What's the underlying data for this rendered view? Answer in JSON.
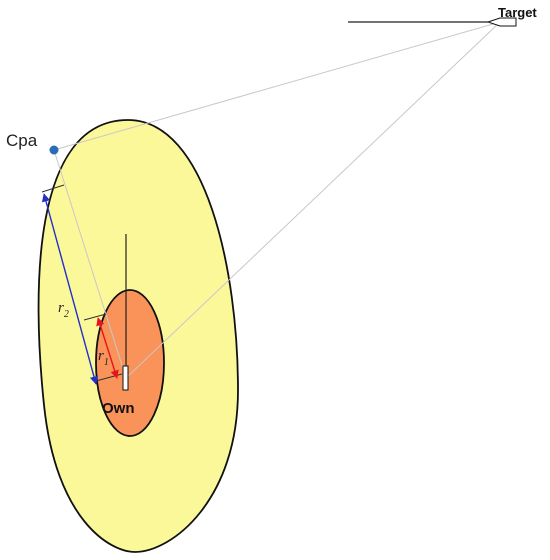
{
  "labels": {
    "target": "Target",
    "own": "Own",
    "cpa": "Cpa",
    "r1": "r",
    "r1_sub": "1",
    "r2": "r",
    "r2_sub": "2"
  },
  "colors": {
    "outer_domain_fill": "#fbf89a",
    "inner_domain_fill": "#f9935a",
    "outline": "#111111",
    "cpa_point": "#2a6db4",
    "r1_arrow": "#e8141c",
    "r2_arrow": "#2330c8",
    "sight_lines": "#c8c8c8",
    "heading_lines": "#222222"
  }
}
